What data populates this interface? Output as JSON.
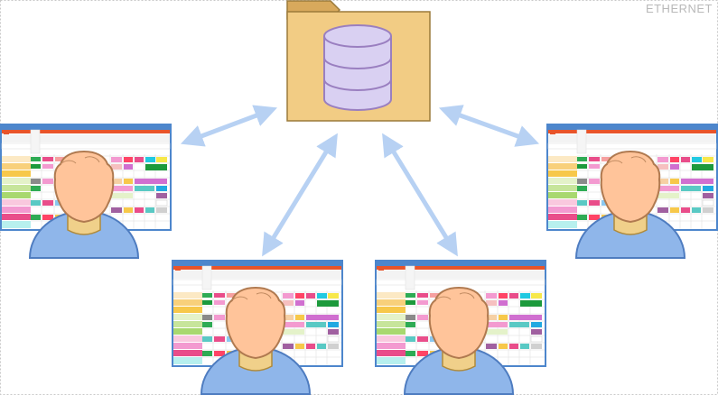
{
  "network": {
    "label": "ETHERNET",
    "border_color": "#c8c8c8"
  },
  "server": {
    "icon": "folder-database-icon",
    "folder_color": "#f2cc84",
    "folder_tab_color": "#d8a95c",
    "database_color": "#d9d0f2",
    "database_stroke": "#9a7fc0"
  },
  "connection": {
    "icon": "double-arrow-icon",
    "color": "#b7d1f3",
    "style": "bidirectional"
  },
  "workstations": [
    {
      "id": "ws1",
      "icon": "spreadsheet-user-icon"
    },
    {
      "id": "ws2",
      "icon": "spreadsheet-user-icon"
    },
    {
      "id": "ws3",
      "icon": "spreadsheet-user-icon"
    },
    {
      "id": "ws4",
      "icon": "spreadsheet-user-icon"
    }
  ],
  "colors": {
    "window_frame": "#4d86cc",
    "ribbon": "#e8542a",
    "user_body": "#8fb6ea",
    "user_body_stroke": "#4e7cc0",
    "user_face": "#ffc49a",
    "user_face_stroke": "#b07a50",
    "user_neck": "#f0d08a",
    "cells": [
      "#2eab54",
      "#e94d8a",
      "#f7c84a",
      "#a8d86f",
      "#f39ad0",
      "#59c9c4",
      "#d06fd0",
      "#8a8a8a",
      "#ff4444",
      "#21a9e1",
      "#f6d0a4",
      "#1c9a3c"
    ]
  }
}
